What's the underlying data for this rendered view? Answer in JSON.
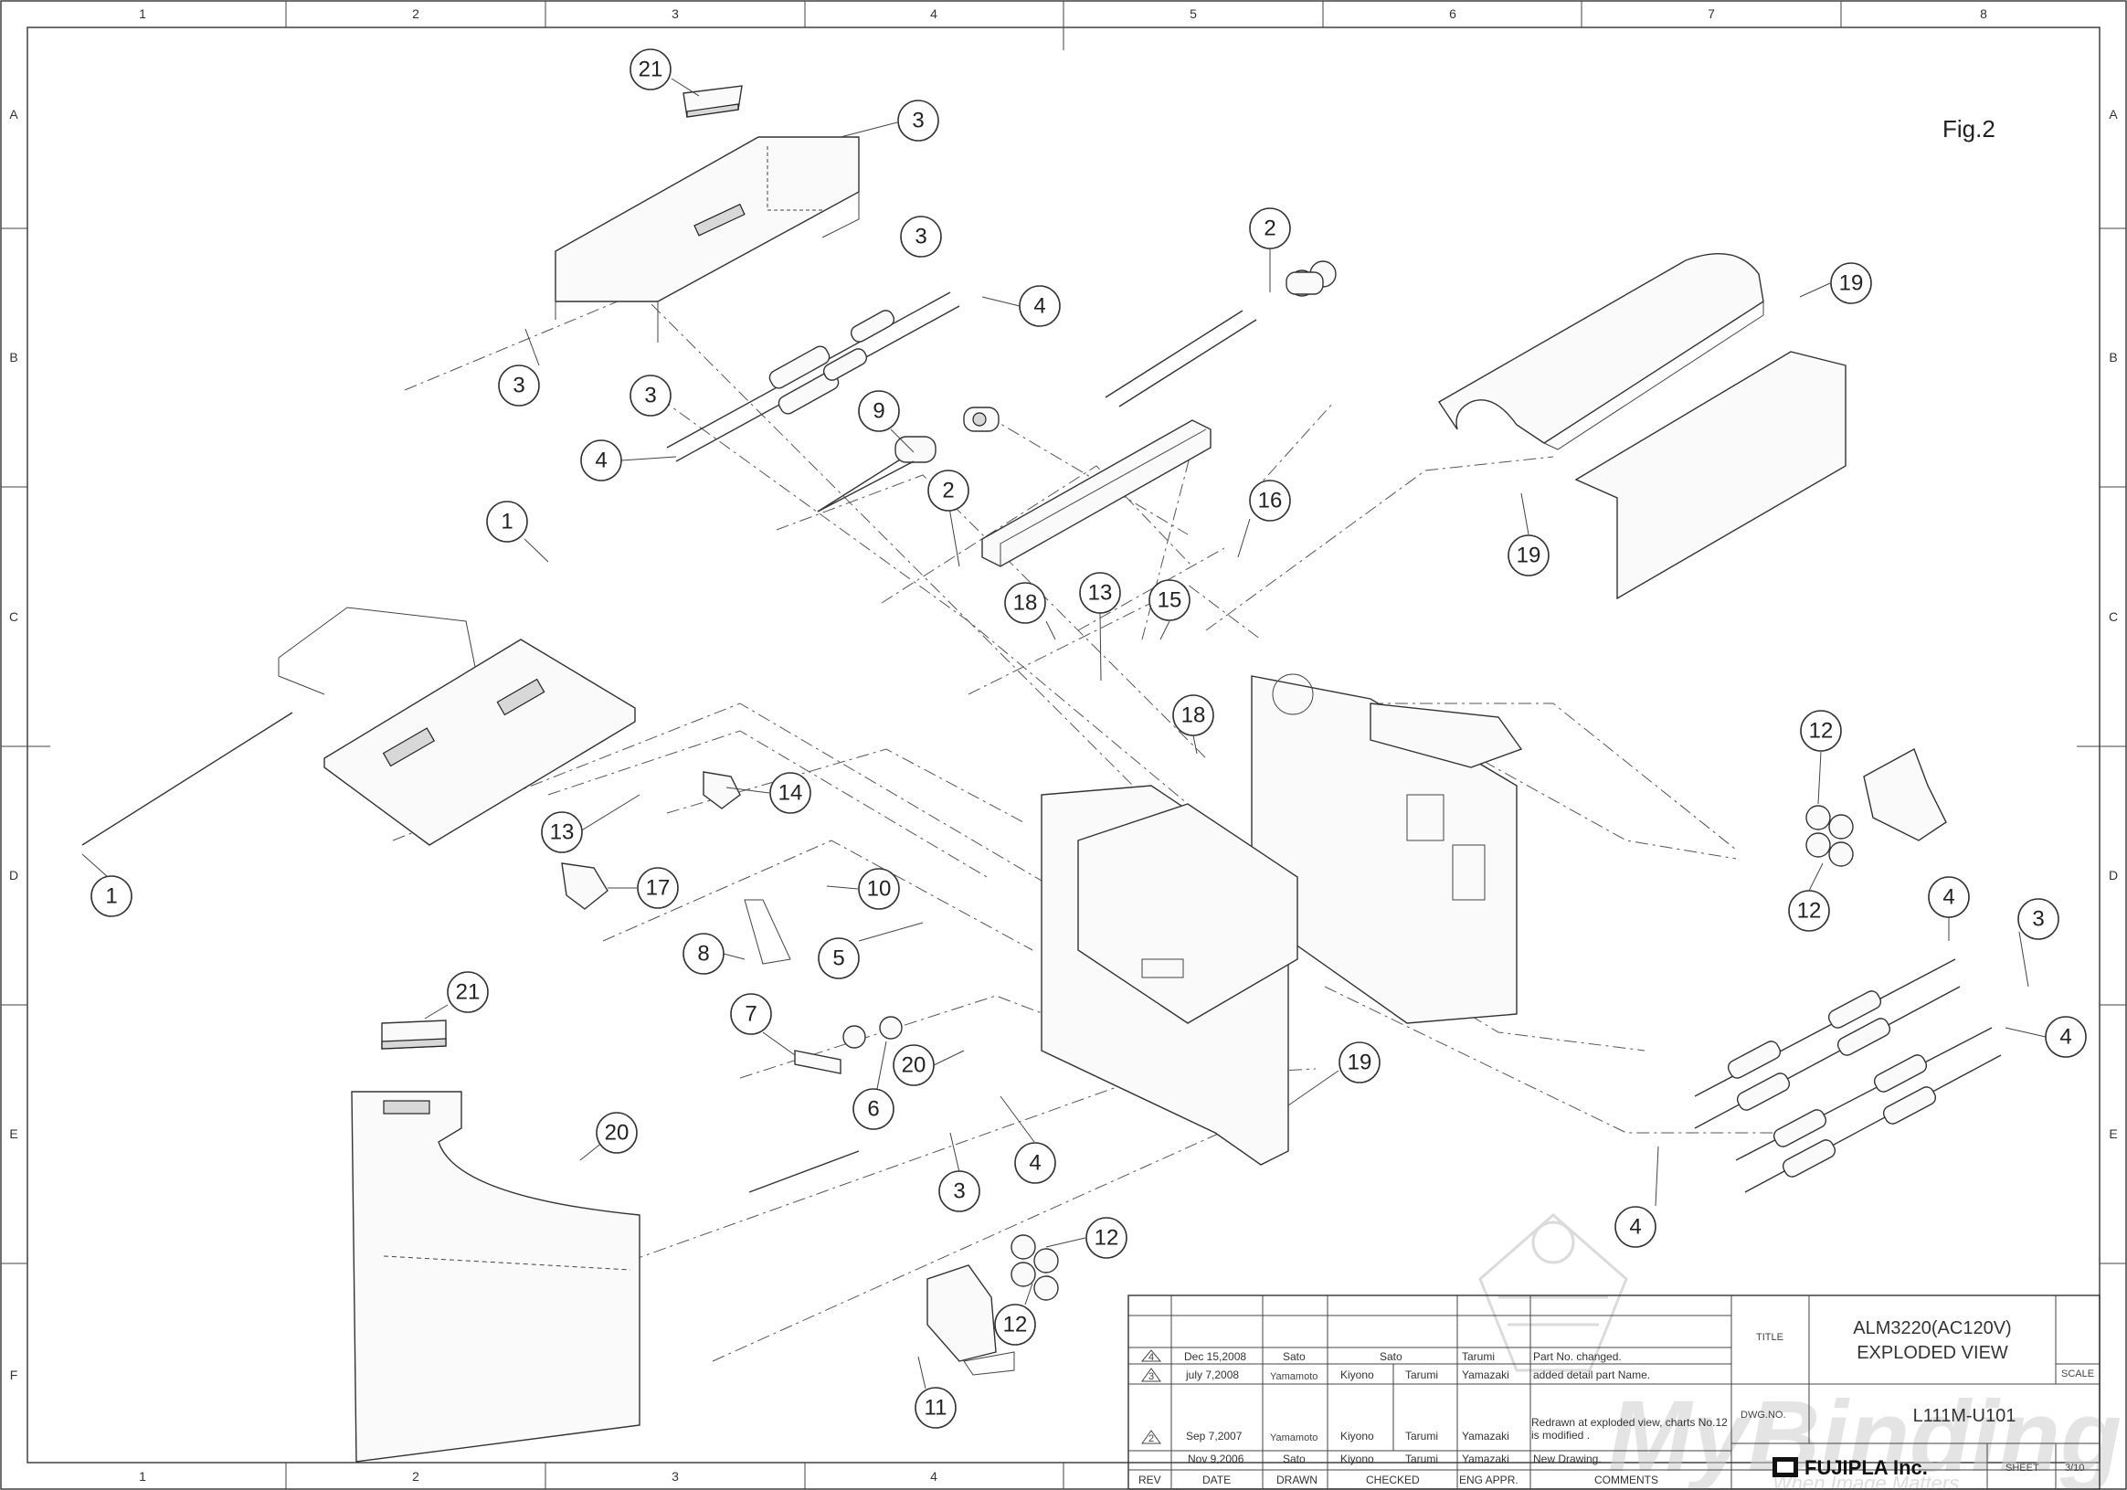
{
  "figure_label": "Fig.2",
  "ruler": {
    "columns": [
      "1",
      "2",
      "3",
      "4",
      "5",
      "6",
      "7",
      "8"
    ],
    "rows": [
      "A",
      "B",
      "C",
      "D",
      "E",
      "F"
    ]
  },
  "callouts": {
    "c1a": "1",
    "c1b": "1",
    "c2a": "2",
    "c2b": "2",
    "c3a": "3",
    "c3b": "3",
    "c3c": "3",
    "c3d": "3",
    "c3e": "3",
    "c3f": "3",
    "c4a": "4",
    "c4b": "4",
    "c4c": "4",
    "c4d": "4",
    "c4e": "4",
    "c4f": "4",
    "c5": "5",
    "c6": "6",
    "c7": "7",
    "c8": "8",
    "c9": "9",
    "c10": "10",
    "c11": "11",
    "c12a": "12",
    "c12b": "12",
    "c12c": "12",
    "c12d": "12",
    "c13a": "13",
    "c13b": "13",
    "c14": "14",
    "c15": "15",
    "c16": "16",
    "c17": "17",
    "c18a": "18",
    "c18b": "18",
    "c19a": "19",
    "c19b": "19",
    "c19c": "19",
    "c20a": "20",
    "c20b": "20",
    "c21a": "21",
    "c21b": "21"
  },
  "title_block": {
    "title_label": "TITLE",
    "title_line1": "ALM3220(AC120V)",
    "title_line2": "EXPLODED VIEW",
    "scale_label": "SCALE",
    "dwg_no_label": "DWG.NO.",
    "dwg_no": "L111M-U101",
    "company": "FUJIPLA Inc.",
    "sheet_label": "SHEET",
    "sheet": "3/10",
    "headers": {
      "rev": "REV",
      "date": "DATE",
      "drawn": "DRAWN",
      "checked": "CHECKED",
      "eng_appr": "ENG APPR.",
      "comments": "COMMENTS"
    },
    "revisions": [
      {
        "rev": "4",
        "date": "Dec 15,2008",
        "drawn": "Sato",
        "checked": "Sato",
        "checked2": "",
        "eng": "Tarumi",
        "comment": "Part No. changed."
      },
      {
        "rev": "3",
        "date": "july 7,2008",
        "drawn": "Yamamoto",
        "checked": "Kiyono",
        "checked2": "Tarumi",
        "eng": "Yamazaki",
        "comment": "added detail part Name."
      },
      {
        "rev": "2",
        "date": "Sep 7,2007",
        "drawn": "Yamamoto",
        "checked": "Kiyono",
        "checked2": "Tarumi",
        "eng": "Yamazaki",
        "comment": "Redrawn at exploded view, charts No.12 is modified ."
      },
      {
        "rev": "",
        "date": "Nov 9,2006",
        "drawn": "Sato",
        "checked": "Kiyono",
        "checked2": "Tarumi",
        "eng": "Yamazaki",
        "comment": "New Drawing."
      }
    ]
  },
  "watermark": {
    "brand": "MyBinding",
    "tagline": "When Image Matters"
  }
}
